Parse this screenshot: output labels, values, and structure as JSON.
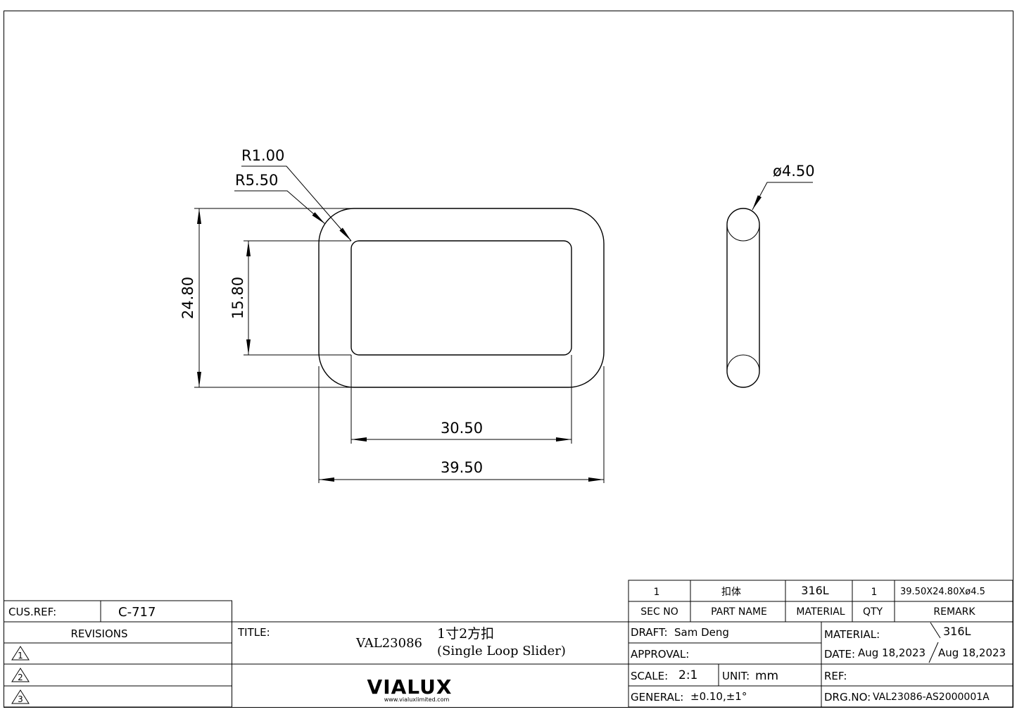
{
  "drawing": {
    "dims": {
      "r_inner": "R1.00",
      "r_outer": "R5.50",
      "height_outer": "24.80",
      "height_inner": "15.80",
      "width_inner": "30.50",
      "width_outer": "39.50",
      "diameter": "ø4.50"
    }
  },
  "bom": {
    "row": {
      "sec_no": "1",
      "part_name": "扣体",
      "material": "316L",
      "qty": "1",
      "remark": "39.50X24.80Xø4.5"
    },
    "headers": {
      "sec_no": "SEC NO",
      "part_name": "PART NAME",
      "material": "MATERIAL",
      "qty": "QTY",
      "remark": "REMARK"
    }
  },
  "cus_ref": {
    "label": "CUS.REF:",
    "value": "C-717"
  },
  "revisions": {
    "label": "REVISIONS",
    "marks": [
      "1",
      "2",
      "3"
    ]
  },
  "title_block": {
    "title_label": "TITLE:",
    "drawing_code": "VAL23086",
    "title_cn": "1寸2方扣",
    "title_en": "(Single Loop Slider)",
    "logo_text": "VIALUX",
    "logo_url": "www.vialuxlimited.com",
    "draft_label": "DRAFT:",
    "draft_value": "Sam Deng",
    "approval_label": "APPROVAL:",
    "scale_label": "SCALE:",
    "scale_value": "2:1",
    "unit_label": "UNIT:",
    "unit_value": "mm",
    "general_label": "GENERAL:",
    "general_value": "±0.10,±1°",
    "material_label": "MATERIAL:",
    "material_value": "316L",
    "date_label": "DATE:",
    "date_value_1": "Aug 18,2023",
    "date_value_2": "Aug 18,2023",
    "ref_label": "REF:",
    "drg_label": "DRG.NO:",
    "drg_value": "VAL23086-AS2000001A"
  }
}
